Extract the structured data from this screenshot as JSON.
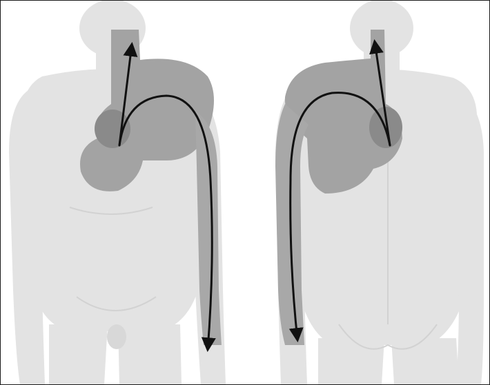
{
  "figure": {
    "views": [
      {
        "id": "front-view",
        "arrows": 2
      },
      {
        "id": "back-view",
        "arrows": 2
      }
    ],
    "colors": {
      "background": "#ffffff",
      "frame": "#1a1a1a",
      "body": "#e3e3e3",
      "pain_region": "#a3a3a3",
      "pain_focus": "#8a8a8a",
      "arrow": "#111111"
    }
  }
}
